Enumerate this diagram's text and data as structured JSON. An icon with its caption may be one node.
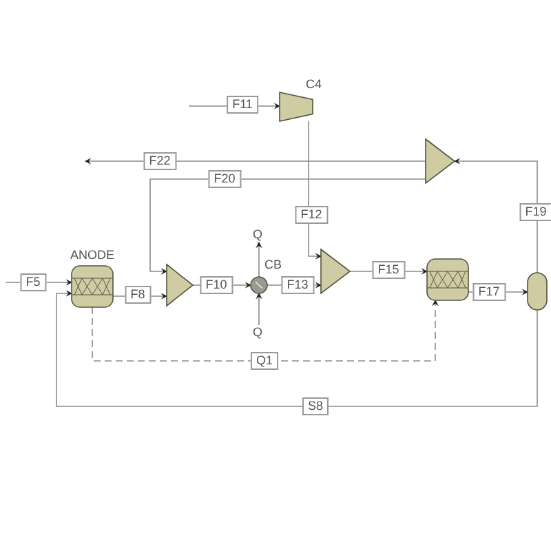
{
  "diagram": {
    "nodes": [
      {
        "text": [
          "C4"
        ]
      },
      {
        "text": [],
        "shape": "triangle"
      },
      {
        "text": [
          "ANODE"
        ]
      },
      {
        "text": [],
        "shape": "triangle"
      },
      {
        "text": [
          "CB"
        ]
      },
      {
        "text": [],
        "shape": "triangle"
      },
      {
        "text": [],
        "shape": "cylinder"
      },
      {
        "text": [],
        "shape": "capsule"
      }
    ],
    "edges": [
      {
        "from": null,
        "to": 0,
        "arrow": "to",
        "label": "F11"
      },
      {
        "from": 1,
        "to": null,
        "arrow": "to",
        "label": "F22"
      },
      {
        "from": 1,
        "to": 3,
        "arrow": "to",
        "label": "F20"
      },
      {
        "from": 0,
        "to": 5,
        "arrow": "to",
        "label": "F12"
      },
      {
        "from": 7,
        "to": 1,
        "arrow": "to",
        "label": "F19"
      },
      {
        "from": null,
        "to": 2,
        "arrow": "to",
        "label": "F5"
      },
      {
        "from": 2,
        "to": 3,
        "arrow": "to",
        "label": "F8"
      },
      {
        "from": 3,
        "to": 4,
        "arrow": "to",
        "label": "F10"
      },
      {
        "from": 4,
        "to": 5,
        "arrow": "to",
        "label": "F13"
      },
      {
        "from": 5,
        "to": 6,
        "arrow": "to",
        "label": "F15"
      },
      {
        "from": 6,
        "to": 7,
        "arrow": "to",
        "label": "F17"
      },
      {
        "from": 4,
        "to": null,
        "arrow": "to",
        "label": "Q"
      },
      {
        "from": null,
        "to": 4,
        "arrow": "to",
        "label": "Q"
      },
      {
        "from": 2,
        "to": 6,
        "arrow": "to",
        "label": "Q1",
        "style": "dashed"
      },
      {
        "from": 7,
        "to": 2,
        "arrow": "to",
        "label": "S8"
      }
    ]
  }
}
